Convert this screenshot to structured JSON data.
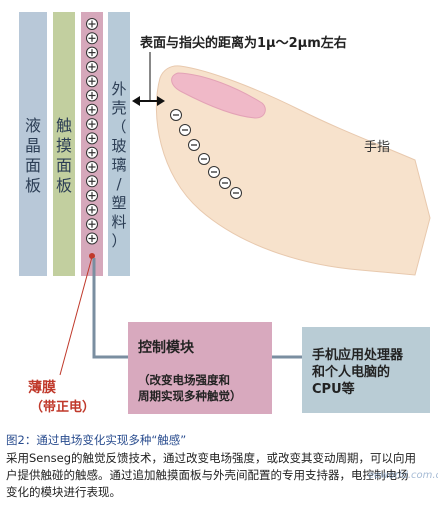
{
  "layers": {
    "lcd": "液晶面板",
    "touch": "触摸面板",
    "shell": "外壳（玻璃/塑料）"
  },
  "gap_label": "表面与指尖的距离为1μ～2μm左右",
  "finger_label": "手指",
  "film_label": "薄膜",
  "film_sub": "（带正电）",
  "control_title": "控制模块",
  "control_desc_1": "（改变电场强度和",
  "control_desc_2": "周期实现多种触觉）",
  "cpu_line_1": "手机应用处理器",
  "cpu_line_2": "和个人电脑的",
  "cpu_line_3": "CPU等",
  "caption_title": "图2：通过电场变化实现多种“触感”",
  "caption_lines": [
    "采用Senseg的触觉反馈技术，通过改变电场强度，或改变其变动周期，可以向用",
    "户提供触碰的触感。通过追加触摸面板与外壳间配置的专用支持器，电控制电场",
    "变化的模块进行表现。"
  ],
  "watermark": "eeworld.com.cn",
  "colors": {
    "lcd": "#b8c8d8",
    "touch": "#c2cf9f",
    "film": "#d6a8bb",
    "shell": "#b7cad8",
    "control_box": "#d8a9be",
    "cpu_box": "#b9ccd5",
    "connector": "#7a8ea0",
    "film_text": "#c0392b",
    "finger": "#f7e2cc"
  }
}
